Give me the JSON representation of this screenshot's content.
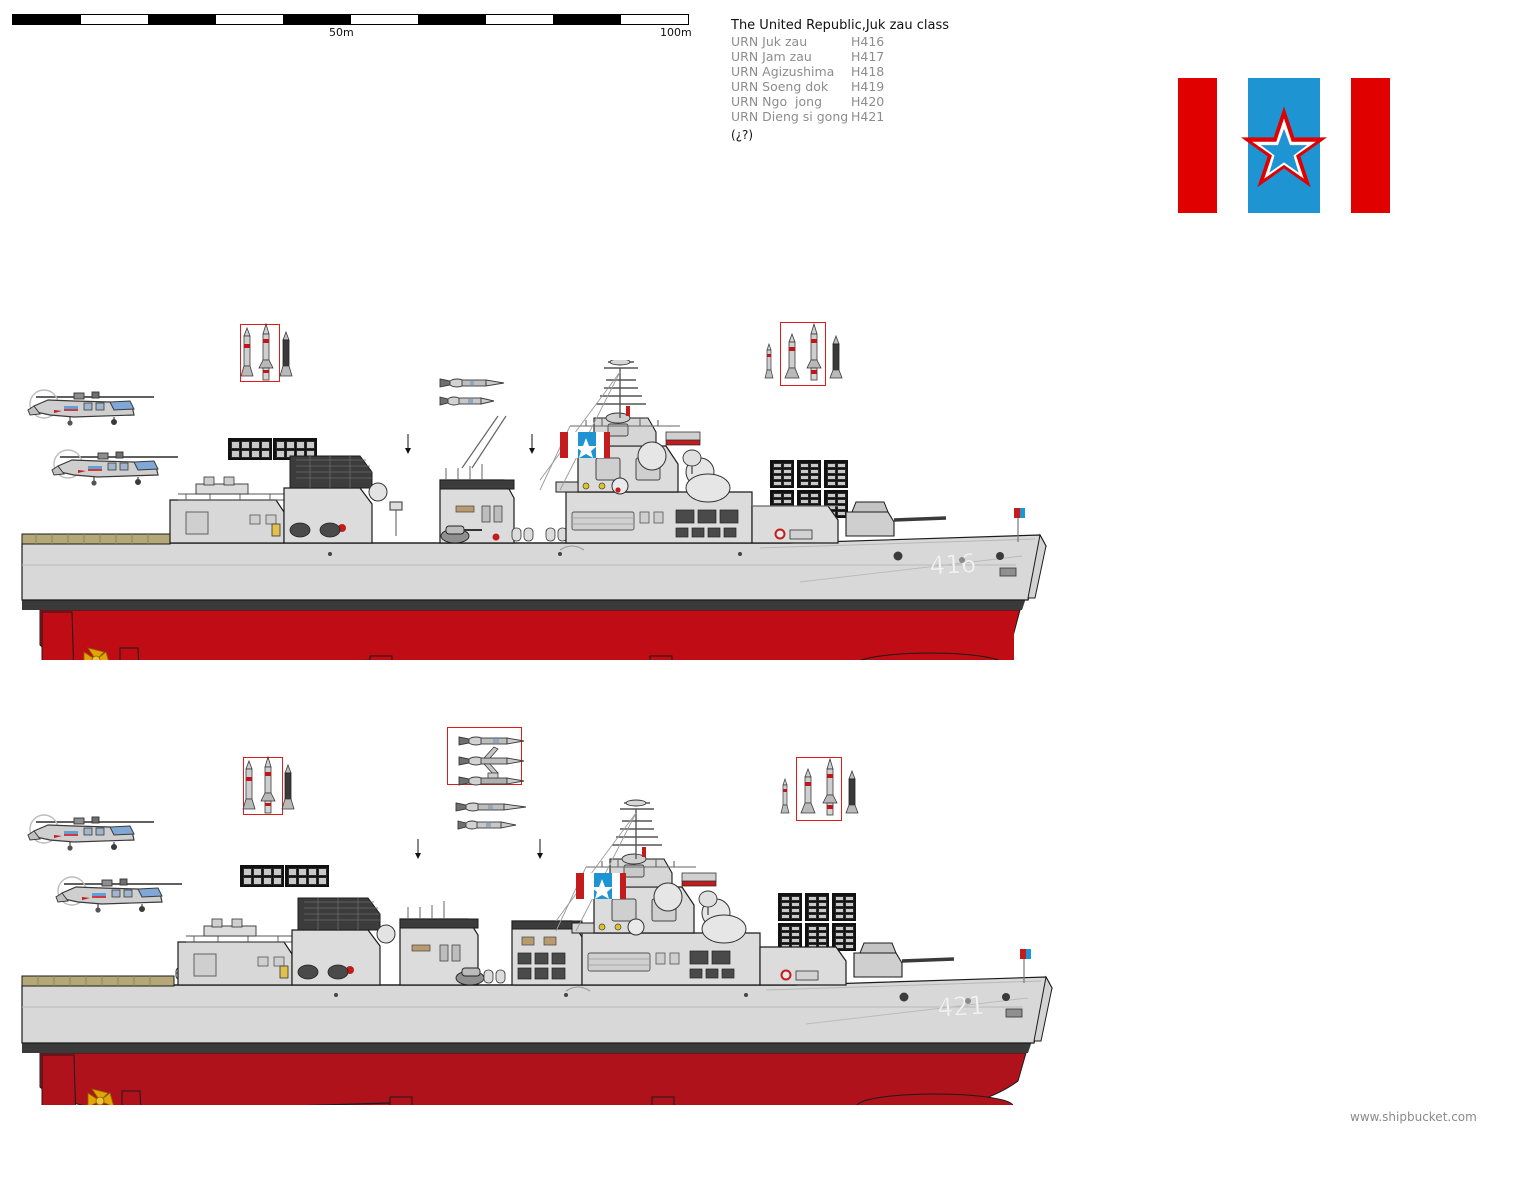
{
  "scale": {
    "label_50": "50m",
    "label_100": "100m",
    "segments": 10,
    "total_meters": 100
  },
  "title_block": {
    "class_title": "The United Republic,Juk zau class",
    "ships": [
      {
        "name": "URN Juk zau",
        "pennant": "H416"
      },
      {
        "name": "URN Jam zau",
        "pennant": "H417"
      },
      {
        "name": "URN Agizushima",
        "pennant": "H418"
      },
      {
        "name": "URN Soeng dok",
        "pennant": "H419"
      },
      {
        "name": "URN Ngo  jong",
        "pennant": "H420"
      },
      {
        "name": "URN Dieng si gong",
        "pennant": "H421"
      }
    ],
    "note": "(¿?)"
  },
  "flag": {
    "name": "national-flag",
    "bands": [
      "red",
      "white",
      "blue",
      "white",
      "red"
    ],
    "colors": {
      "red": "#e00000",
      "white": "#ffffff",
      "blue": "#1e94d2",
      "star_outer": "#e00000",
      "star_mid": "#ffffff",
      "star_inner": "#1e94d2"
    },
    "emblem": "five-pointed-star"
  },
  "drawings": [
    {
      "id": "ship-top",
      "hull_number": "416",
      "ship_name": "URN Juk zau",
      "ensign": "naval-ensign",
      "helicopters": 2,
      "missile_inset_boxed": 2,
      "missile_inset_total": 3,
      "torpedo_inset_boxed": 0,
      "torpedo_inset_total": 2,
      "vls_aft_blocks": 2,
      "vls_fwd_blocks": 6,
      "colors": {
        "hull_upper": "#d8d8d8",
        "hull_deck": "#c9c9c9",
        "boot_top": "#3a3a3a",
        "below_waterline": "#c00c14",
        "flight_deck": "#b4a878",
        "propeller": "#e0a200",
        "funnel_cap": "#3a3a3a"
      }
    },
    {
      "id": "ship-bottom",
      "hull_number": "421",
      "ship_name": "URN Dieng si gong",
      "ensign": "naval-ensign",
      "helicopters": 2,
      "missile_inset_boxed": 2,
      "missile_inset_total": 3,
      "torpedo_inset_boxed": 3,
      "torpedo_inset_total": 5,
      "vls_aft_blocks": 2,
      "vls_fwd_blocks": 6,
      "colors": {
        "hull_upper": "#d8d8d8",
        "hull_deck": "#c9c9c9",
        "boot_top": "#3a3a3a",
        "below_waterline": "#b0121c",
        "flight_deck": "#b4a878",
        "propeller": "#e0a200",
        "funnel_cap": "#3a3a3a"
      }
    }
  ],
  "watermark": "www.shipbucket.com"
}
